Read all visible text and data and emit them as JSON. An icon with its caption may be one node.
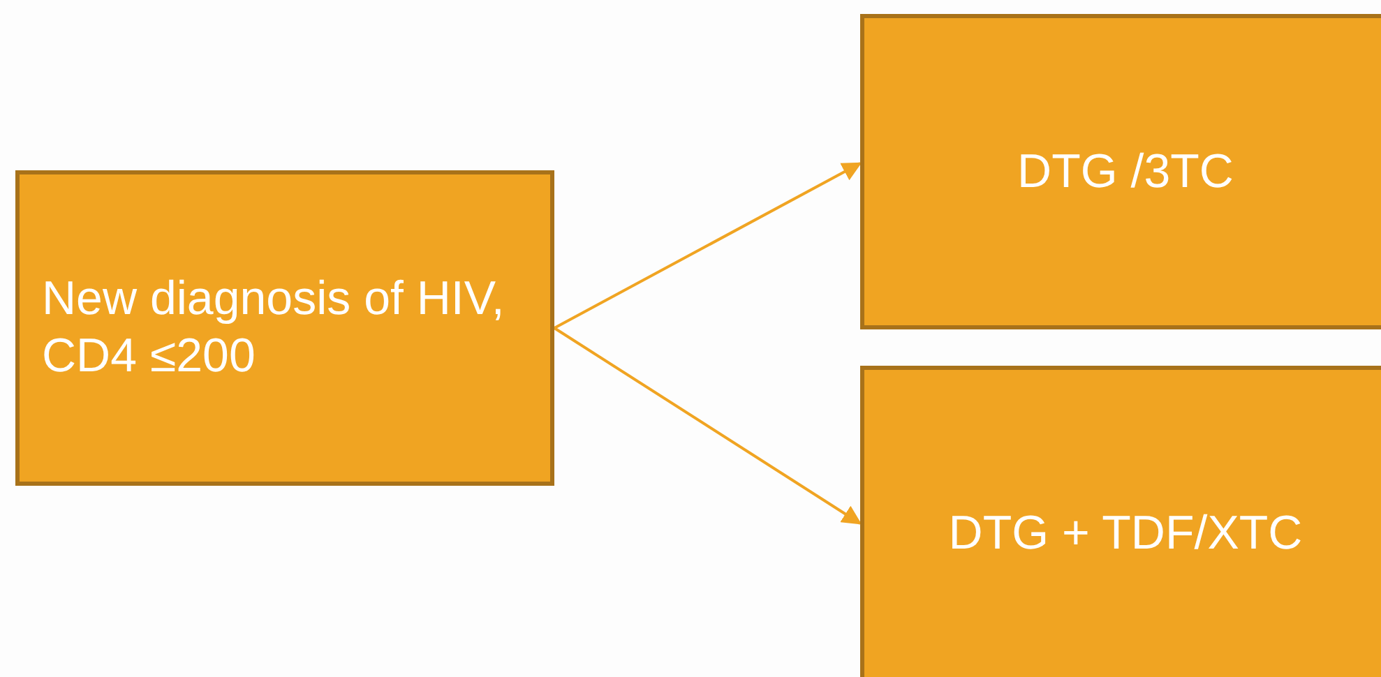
{
  "diagram": {
    "nodes": [
      {
        "text": [
          "New diagnosis of HIV, CD4 ≤200"
        ]
      },
      {
        "text": [
          "DTG /3TC"
        ]
      },
      {
        "text": [
          "DTG + TDF/XTC"
        ]
      }
    ],
    "edges": [
      {
        "from": 0,
        "to": 1,
        "arrow": "to"
      },
      {
        "from": 0,
        "to": 2,
        "arrow": "to"
      }
    ]
  }
}
